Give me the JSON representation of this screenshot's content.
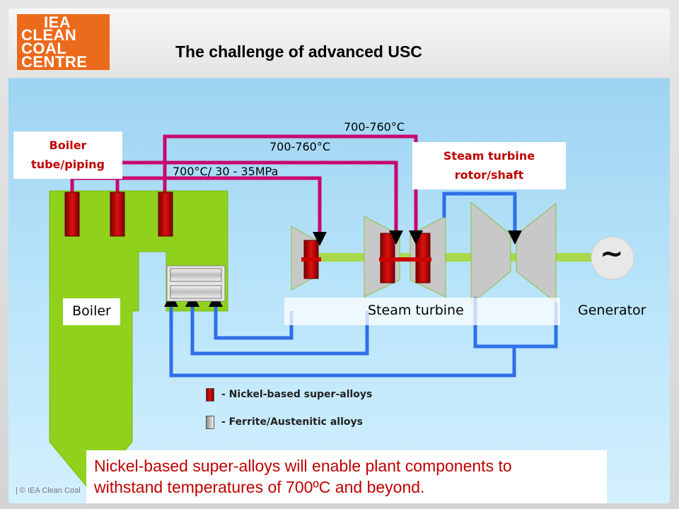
{
  "header": {
    "logo_lines": [
      "IEA",
      "CLEAN",
      "COAL",
      "CENTRE"
    ],
    "title": "The challenge of advanced USC"
  },
  "labels": {
    "boiler_tube_piping": [
      "Boiler",
      "tube/piping"
    ],
    "steam_turbine_rotor": [
      "Steam turbine",
      "rotor/shaft"
    ],
    "temp_reheat2": "700-760°C",
    "temp_reheat1": "700-760°C",
    "temp_main": "700°C/ 30 - 35MPa",
    "boiler": "Boiler",
    "steam_turbine": "Steam turbine",
    "generator": "Generator",
    "generator_symbol": "~"
  },
  "legend": [
    {
      "text": "- Nickel-based super-alloys",
      "color": "#cc0000"
    },
    {
      "text": "- Ferrite/Austenitic alloys",
      "color": "#bfbfbf"
    }
  ],
  "note": [
    "Nickel-based super-alloys will enable plant components to",
    "withstand temperatures of 700ºC and beyond."
  ],
  "footer": {
    "copyright": "|   © IEA Clean Coal"
  },
  "colors": {
    "steam_pipe": "#c7076f",
    "return_pipe": "#2f6fe8",
    "boiler": "#8fd11c",
    "shaft": "#a8d94a",
    "nickel": "#cc0000",
    "ferrite": "#bfbfbf",
    "label_red": "#c00000"
  }
}
